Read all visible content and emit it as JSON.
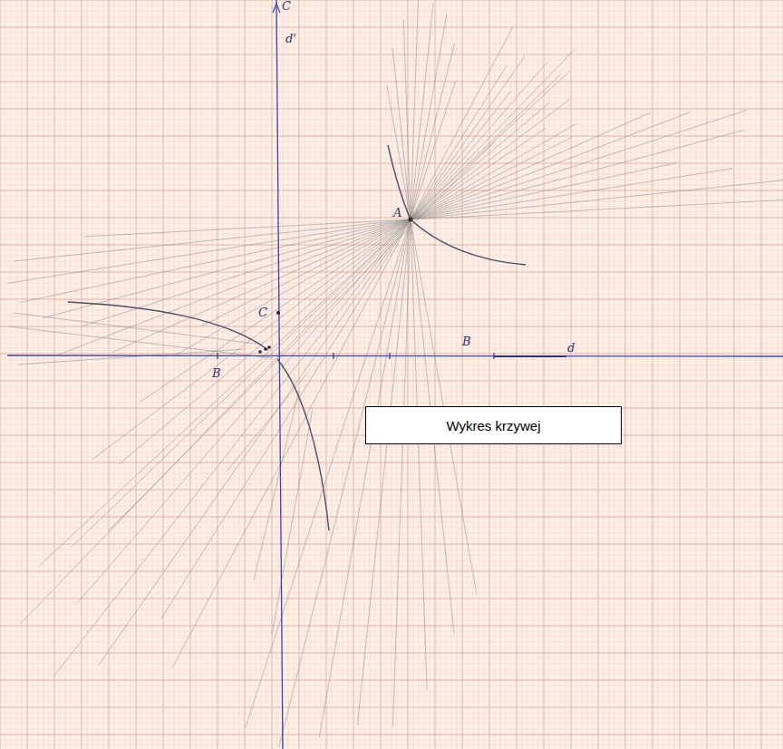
{
  "diagram": {
    "nodes": [
      {
        "text": [
          "Wykres krzywej"
        ]
      }
    ],
    "labels": [
      "C",
      "d'",
      "A",
      "C",
      "B",
      "B",
      "d"
    ]
  }
}
